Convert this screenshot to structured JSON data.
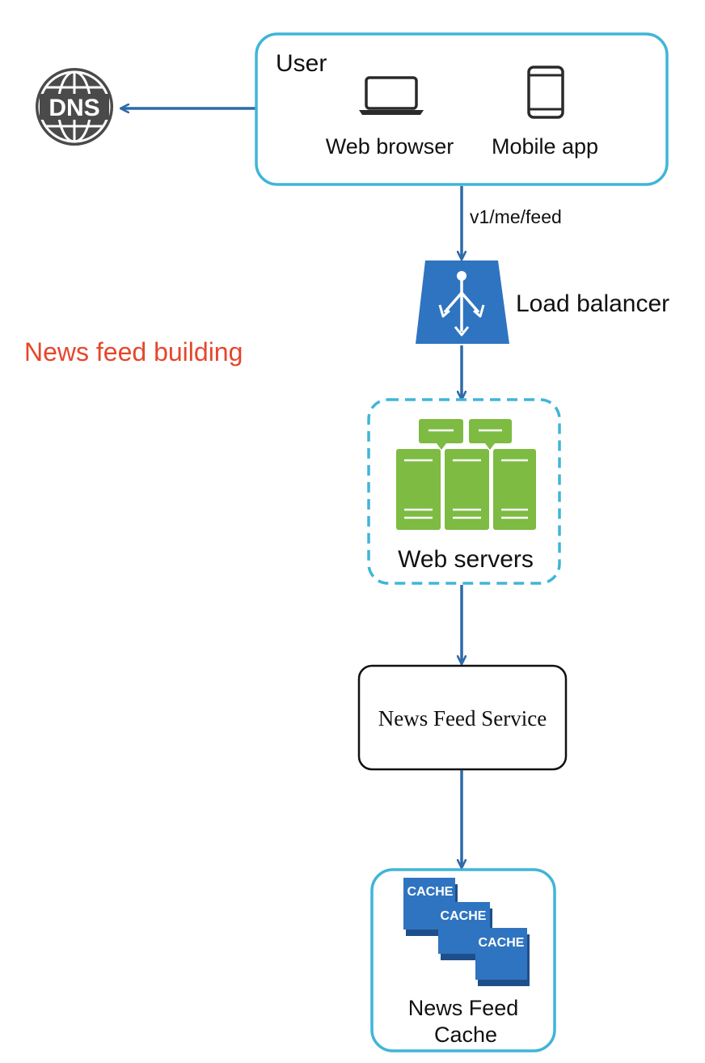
{
  "title": "News feed building",
  "user_box": {
    "label": "User",
    "clients": [
      {
        "label": "Web browser",
        "icon": "laptop-icon"
      },
      {
        "label": "Mobile app",
        "icon": "mobile-phone-icon"
      }
    ]
  },
  "dns": {
    "label": "DNS",
    "icon": "globe-icon"
  },
  "request_label": "v1/me/feed",
  "load_balancer": {
    "label": "Load balancer",
    "icon": "load-balancer-icon"
  },
  "web_servers": {
    "label": "Web servers",
    "icon": "server-rack-icon"
  },
  "news_feed_service": {
    "label": "News Feed Service"
  },
  "news_feed_cache": {
    "label_line1": "News Feed",
    "label_line2": "Cache",
    "cache_labels": [
      "CACHE",
      "CACHE",
      "CACHE"
    ],
    "icon": "cache-stack-icon"
  },
  "colors": {
    "title": "#e5472b",
    "box_border": "#3fb5d8",
    "arrow": "#2e6aa9",
    "load_balancer": "#2f74c0",
    "server_green": "#7dbb42",
    "cache_blue": "#2f74c0",
    "icon_gray": "#444444"
  }
}
